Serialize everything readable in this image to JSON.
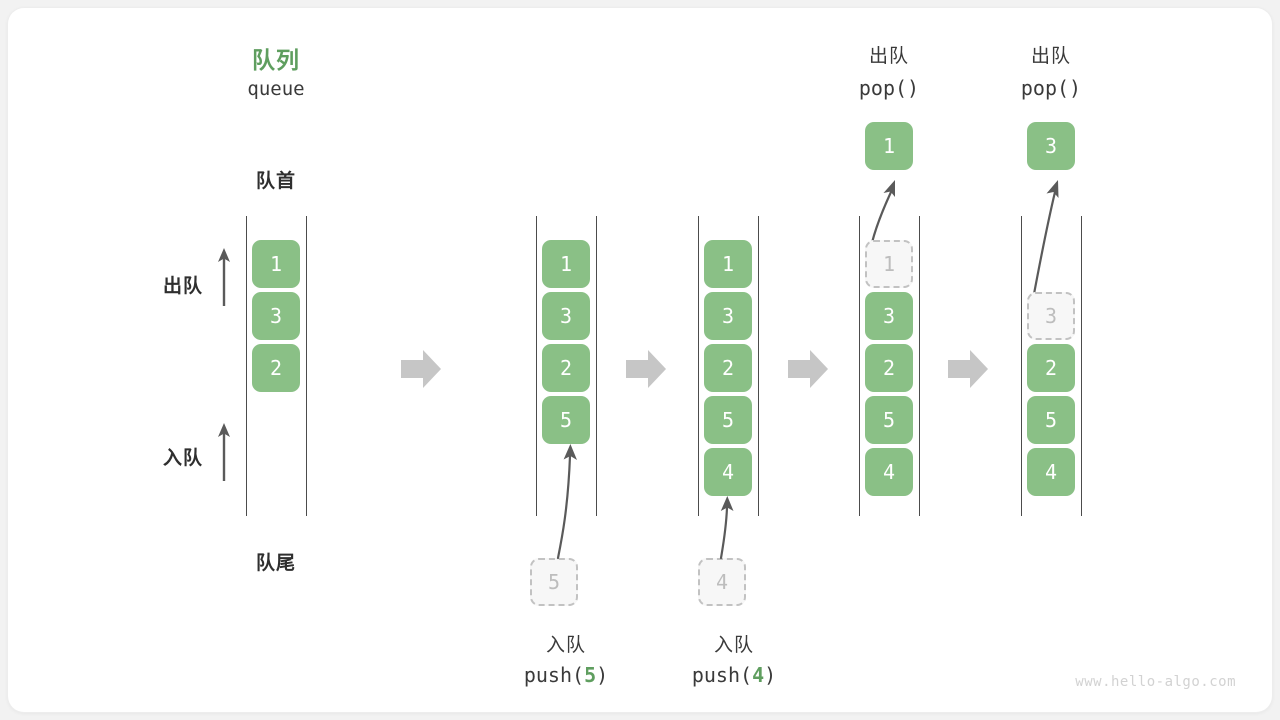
{
  "diagram": {
    "title_cn": "队列",
    "title_en": "queue",
    "front_label": "队首",
    "rear_label": "队尾",
    "dequeue_label": "出队",
    "enqueue_label": "入队",
    "accent_color": "#5f9e5f",
    "cell_color": "#8ac086",
    "ghost_color": "#c2c2c2",
    "arrow_color": "#c6c6c6"
  },
  "watermark": "www.hello-algo.com",
  "steps": [
    {
      "id": "initial",
      "header_cn": "",
      "header_code": "",
      "cells": [
        {
          "value": "1",
          "state": "filled"
        },
        {
          "value": "3",
          "state": "filled"
        },
        {
          "value": "2",
          "state": "filled"
        }
      ],
      "incoming": null,
      "outgoing": null,
      "caption_cn": "",
      "caption_code_prefix": "",
      "caption_code_num": "",
      "caption_code_suffix": ""
    },
    {
      "id": "push-5",
      "header_cn": "",
      "header_code": "",
      "cells": [
        {
          "value": "1",
          "state": "filled"
        },
        {
          "value": "3",
          "state": "filled"
        },
        {
          "value": "2",
          "state": "filled"
        },
        {
          "value": "5",
          "state": "filled"
        }
      ],
      "incoming": {
        "value": "5",
        "state": "ghost"
      },
      "outgoing": null,
      "caption_cn": "入队",
      "caption_code_prefix": "push(",
      "caption_code_num": "5",
      "caption_code_suffix": ")"
    },
    {
      "id": "push-4",
      "header_cn": "",
      "header_code": "",
      "cells": [
        {
          "value": "1",
          "state": "filled"
        },
        {
          "value": "3",
          "state": "filled"
        },
        {
          "value": "2",
          "state": "filled"
        },
        {
          "value": "5",
          "state": "filled"
        },
        {
          "value": "4",
          "state": "filled"
        }
      ],
      "incoming": {
        "value": "4",
        "state": "ghost"
      },
      "outgoing": null,
      "caption_cn": "入队",
      "caption_code_prefix": "push(",
      "caption_code_num": "4",
      "caption_code_suffix": ")"
    },
    {
      "id": "pop-1",
      "header_cn": "出队",
      "header_code": "pop()",
      "cells": [
        {
          "value": "1",
          "state": "ghost"
        },
        {
          "value": "3",
          "state": "filled"
        },
        {
          "value": "2",
          "state": "filled"
        },
        {
          "value": "5",
          "state": "filled"
        },
        {
          "value": "4",
          "state": "filled"
        }
      ],
      "incoming": null,
      "outgoing": {
        "value": "1",
        "state": "filled"
      },
      "caption_cn": "",
      "caption_code_prefix": "",
      "caption_code_num": "",
      "caption_code_suffix": ""
    },
    {
      "id": "pop-3",
      "header_cn": "出队",
      "header_code": "pop()",
      "cells": [
        {
          "value": "",
          "state": "empty"
        },
        {
          "value": "3",
          "state": "ghost"
        },
        {
          "value": "2",
          "state": "filled"
        },
        {
          "value": "5",
          "state": "filled"
        },
        {
          "value": "4",
          "state": "filled"
        }
      ],
      "incoming": null,
      "outgoing": {
        "value": "3",
        "state": "filled"
      },
      "caption_cn": "",
      "caption_code_prefix": "",
      "caption_code_num": "",
      "caption_code_suffix": ""
    }
  ]
}
